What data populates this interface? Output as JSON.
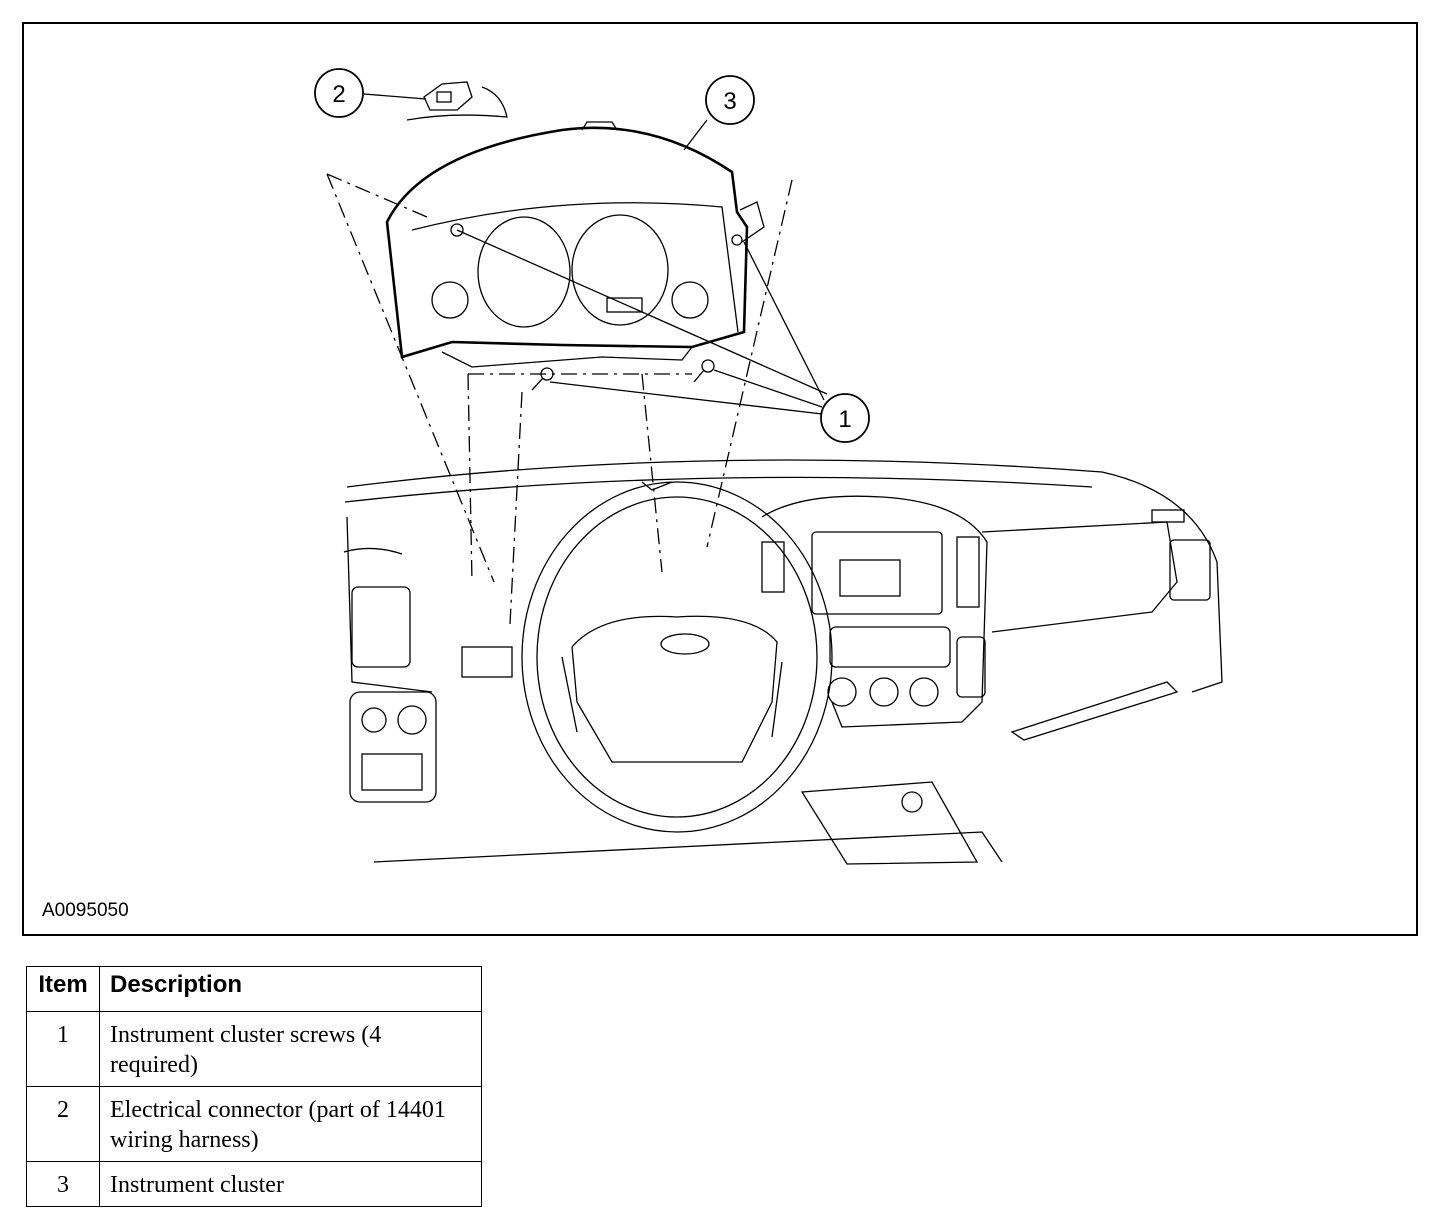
{
  "figure": {
    "id": "A0095050",
    "callouts": [
      {
        "number": "1",
        "target": "Instrument cluster screws"
      },
      {
        "number": "2",
        "target": "Electrical connector"
      },
      {
        "number": "3",
        "target": "Instrument cluster"
      }
    ]
  },
  "legend": {
    "headers": {
      "item": "Item",
      "description": "Description"
    },
    "rows": [
      {
        "item": "1",
        "description": "Instrument cluster screws (4 required)"
      },
      {
        "item": "2",
        "description": "Electrical connector (part of 14401 wiring harness)"
      },
      {
        "item": "3",
        "description": "Instrument cluster"
      }
    ]
  }
}
